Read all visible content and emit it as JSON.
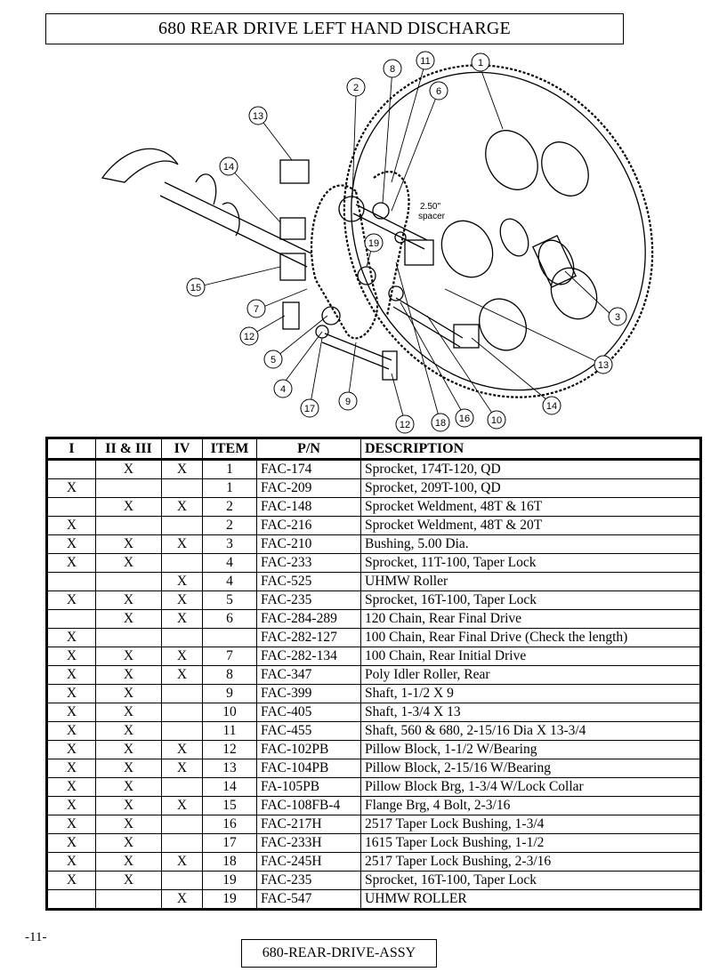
{
  "title": "680 REAR DRIVE LEFT HAND DISCHARGE",
  "diagram": {
    "spacer_label": "2.50\" spacer",
    "callouts": [
      "1",
      "2",
      "3",
      "4",
      "5",
      "6",
      "7",
      "8",
      "9",
      "10",
      "11",
      "12",
      "12",
      "13",
      "13",
      "14",
      "14",
      "15",
      "16",
      "17",
      "18",
      "19"
    ]
  },
  "table": {
    "headers": [
      "I",
      "II & III",
      "IV",
      "ITEM",
      "P/N",
      "DESCRIPTION"
    ],
    "rows": [
      {
        "i": "",
        "ii": "X",
        "iv": "X",
        "item": "1",
        "pn": "FAC-174",
        "desc": "Sprocket, 174T-120, QD"
      },
      {
        "i": "X",
        "ii": "",
        "iv": "",
        "item": "1",
        "pn": "FAC-209",
        "desc": "Sprocket, 209T-100, QD"
      },
      {
        "i": "",
        "ii": "X",
        "iv": "X",
        "item": "2",
        "pn": "FAC-148",
        "desc": "Sprocket Weldment, 48T & 16T"
      },
      {
        "i": "X",
        "ii": "",
        "iv": "",
        "item": "2",
        "pn": "FAC-216",
        "desc": "Sprocket Weldment, 48T & 20T"
      },
      {
        "i": "X",
        "ii": "X",
        "iv": "X",
        "item": "3",
        "pn": "FAC-210",
        "desc": "Bushing, 5.00 Dia."
      },
      {
        "i": "X",
        "ii": "X",
        "iv": "",
        "item": "4",
        "pn": "FAC-233",
        "desc": "Sprocket, 11T-100, Taper Lock"
      },
      {
        "i": "",
        "ii": "",
        "iv": "X",
        "item": "4",
        "pn": "FAC-525",
        "desc": "UHMW Roller"
      },
      {
        "i": "X",
        "ii": "X",
        "iv": "X",
        "item": "5",
        "pn": "FAC-235",
        "desc": "Sprocket, 16T-100, Taper Lock"
      },
      {
        "i": "",
        "ii": "X",
        "iv": "X",
        "item": "6",
        "pn": "FAC-284-289",
        "desc": "120 Chain, Rear Final Drive"
      },
      {
        "i": "X",
        "ii": "",
        "iv": "",
        "item": "",
        "pn": "FAC-282-127",
        "desc": "100 Chain, Rear Final Drive (Check the length)"
      },
      {
        "i": "X",
        "ii": "X",
        "iv": "X",
        "item": "7",
        "pn": "FAC-282-134",
        "desc": "100 Chain, Rear Initial Drive"
      },
      {
        "i": "X",
        "ii": "X",
        "iv": "X",
        "item": "8",
        "pn": "FAC-347",
        "desc": "Poly Idler Roller, Rear"
      },
      {
        "i": "X",
        "ii": "X",
        "iv": "",
        "item": "9",
        "pn": "FAC-399",
        "desc": "Shaft, 1-1/2 X 9"
      },
      {
        "i": "X",
        "ii": "X",
        "iv": "",
        "item": "10",
        "pn": "FAC-405",
        "desc": "Shaft, 1-3/4 X 13"
      },
      {
        "i": "X",
        "ii": "X",
        "iv": "",
        "item": "11",
        "pn": "FAC-455",
        "desc": "Shaft, 560 & 680, 2-15/16 Dia X 13-3/4"
      },
      {
        "i": "X",
        "ii": "X",
        "iv": "X",
        "item": "12",
        "pn": "FAC-102PB",
        "desc": "Pillow Block, 1-1/2 W/Bearing"
      },
      {
        "i": "X",
        "ii": "X",
        "iv": "X",
        "item": "13",
        "pn": "FAC-104PB",
        "desc": "Pillow Block, 2-15/16 W/Bearing"
      },
      {
        "i": "X",
        "ii": "X",
        "iv": "",
        "item": "14",
        "pn": "FA-105PB",
        "desc": "Pillow Block Brg, 1-3/4 W/Lock Collar"
      },
      {
        "i": "X",
        "ii": "X",
        "iv": "X",
        "item": "15",
        "pn": "FAC-108FB-4",
        "desc": "Flange Brg, 4 Bolt, 2-3/16"
      },
      {
        "i": "X",
        "ii": "X",
        "iv": "",
        "item": "16",
        "pn": "FAC-217H",
        "desc": "2517 Taper Lock Bushing, 1-3/4"
      },
      {
        "i": "X",
        "ii": "X",
        "iv": "",
        "item": "17",
        "pn": "FAC-233H",
        "desc": "1615 Taper Lock Bushing, 1-1/2"
      },
      {
        "i": "X",
        "ii": "X",
        "iv": "X",
        "item": "18",
        "pn": "FAC-245H",
        "desc": "2517 Taper Lock Bushing, 2-3/16"
      },
      {
        "i": "X",
        "ii": "X",
        "iv": "",
        "item": "19",
        "pn": "FAC-235",
        "desc": "Sprocket, 16T-100, Taper Lock"
      },
      {
        "i": "",
        "ii": "",
        "iv": "X",
        "item": "19",
        "pn": "FAC-547",
        "desc": "UHMW ROLLER"
      }
    ]
  },
  "page_number": "-11-",
  "assembly_ref": "680-REAR-DRIVE-ASSY"
}
